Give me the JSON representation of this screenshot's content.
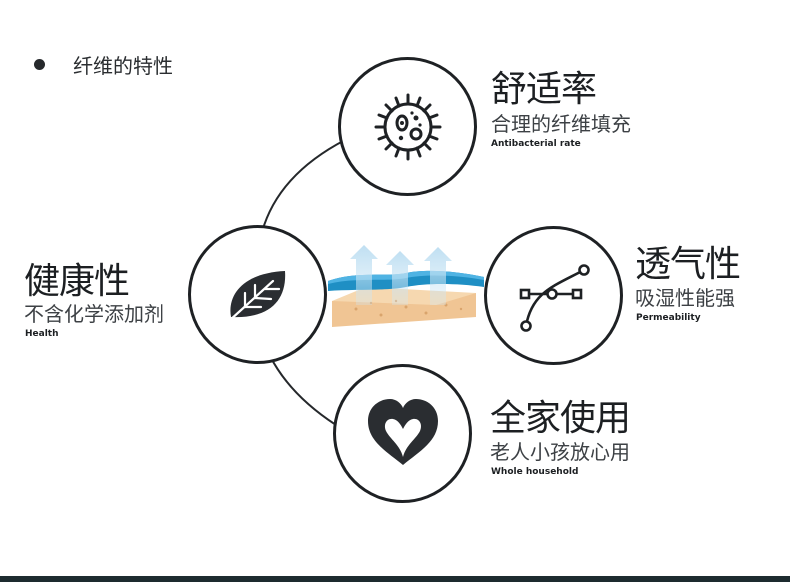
{
  "heading": {
    "text": "纤维的特性"
  },
  "features": {
    "comfort": {
      "title": "舒适率",
      "subtitle": "合理的纤维填充",
      "english": "Antibacterial rate",
      "icon": "bacteria-icon"
    },
    "breathability": {
      "title": "透气性",
      "subtitle": "吸湿性能强",
      "english": "Permeability",
      "icon": "bezier-curve-icon"
    },
    "health": {
      "title": "健康性",
      "subtitle": "不含化学添加剂",
      "english": "Health",
      "icon": "leaf-icon"
    },
    "family": {
      "title": "全家使用",
      "subtitle": "老人小孩放心用",
      "english": "Whole household",
      "icon": "heart-icon"
    }
  },
  "illustration": {
    "icon": "fabric-layer-airflow-icon"
  },
  "colors": {
    "dark": "#1e2124",
    "blue": "#1f8fc4",
    "beige": "#f2c99a",
    "footer": "#1d2b2f"
  }
}
